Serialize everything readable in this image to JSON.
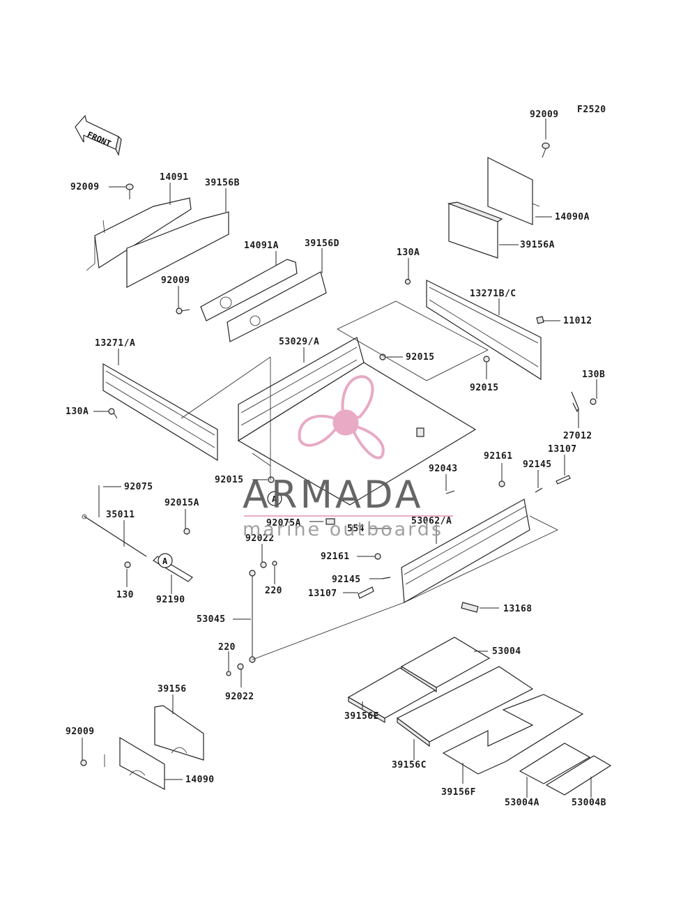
{
  "figure_code": "F2520",
  "front_label": "FRONT",
  "callout_letter": "A",
  "watermark": {
    "brand": "ARMADA",
    "tagline": "marine outboards",
    "propeller_color": "#e7a3c0",
    "text_color": "#5a5a5a"
  },
  "labels": [
    "92009",
    "14091",
    "39156B",
    "14091A",
    "39156D",
    "92009",
    "92009",
    "14090A",
    "39156A",
    "130A",
    "13271B/C",
    "11012",
    "92015",
    "92015",
    "130B",
    "27012",
    "13271/A",
    "53029/A",
    "130A",
    "92015",
    "92075",
    "35011",
    "92015A",
    "130",
    "92190",
    "92043",
    "92161",
    "92145",
    "13107",
    "92075A",
    "554",
    "53062/A",
    "92022",
    "92161",
    "92145",
    "13107",
    "220",
    "13168",
    "53045",
    "220",
    "92022",
    "53004",
    "39156",
    "92009",
    "14090",
    "39156E",
    "39156C",
    "39156F",
    "53004A",
    "53004B"
  ]
}
